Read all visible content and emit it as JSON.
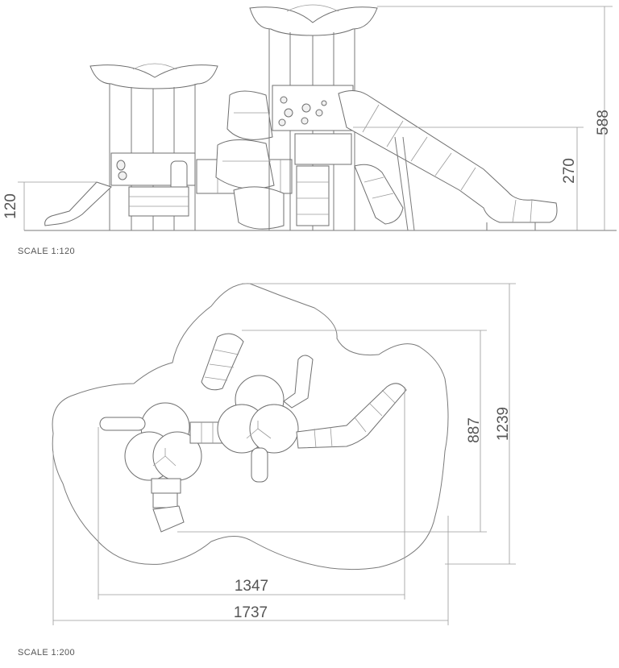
{
  "elevation": {
    "scale_label": "SCALE 1:120",
    "dims": {
      "overall_height": "588",
      "platform_height": "270",
      "side_height": "120"
    }
  },
  "plan": {
    "scale_label": "SCALE 1:200",
    "dims": {
      "outer_depth": "1239",
      "inner_depth": "887",
      "inner_width": "1347",
      "outer_width": "1737"
    }
  },
  "colors": {
    "line": "#7a7a7a",
    "text": "#555555",
    "fill_light": "#f1f1f1"
  }
}
